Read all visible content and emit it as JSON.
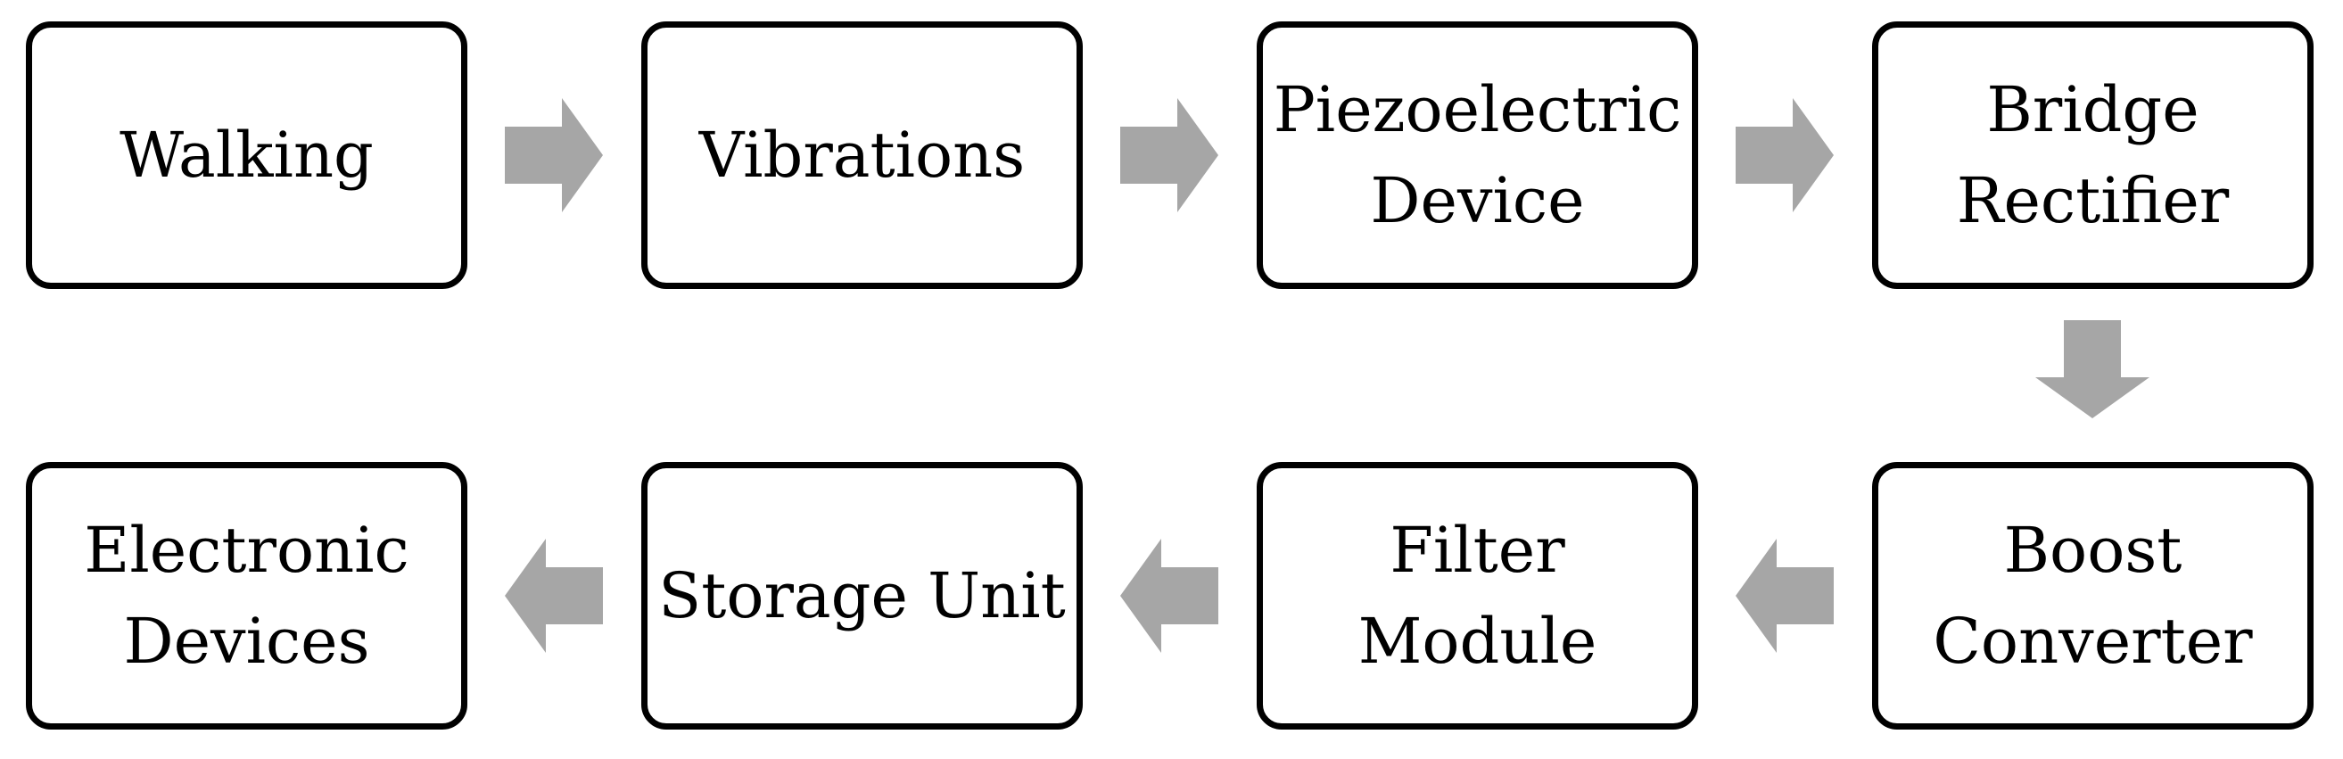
{
  "diagram": {
    "arrow_color": "#a6a6a6",
    "box_border_color": "#000000",
    "nodes": [
      {
        "id": "walking",
        "label": "Walking"
      },
      {
        "id": "vibrations",
        "label": "Vibrations"
      },
      {
        "id": "piezoelectric-device",
        "label": "Piezoelectric\nDevice"
      },
      {
        "id": "bridge-rectifier",
        "label": "Bridge\nRectifier"
      },
      {
        "id": "boost-converter",
        "label": "Boost\nConverter"
      },
      {
        "id": "filter-module",
        "label": "Filter\nModule"
      },
      {
        "id": "storage-unit",
        "label": "Storage Unit"
      },
      {
        "id": "electronic-devices",
        "label": "Electronic\nDevices"
      }
    ],
    "edges": [
      {
        "from": "walking",
        "to": "vibrations"
      },
      {
        "from": "vibrations",
        "to": "piezoelectric-device"
      },
      {
        "from": "piezoelectric-device",
        "to": "bridge-rectifier"
      },
      {
        "from": "bridge-rectifier",
        "to": "boost-converter"
      },
      {
        "from": "boost-converter",
        "to": "filter-module"
      },
      {
        "from": "filter-module",
        "to": "storage-unit"
      },
      {
        "from": "storage-unit",
        "to": "electronic-devices"
      }
    ]
  }
}
